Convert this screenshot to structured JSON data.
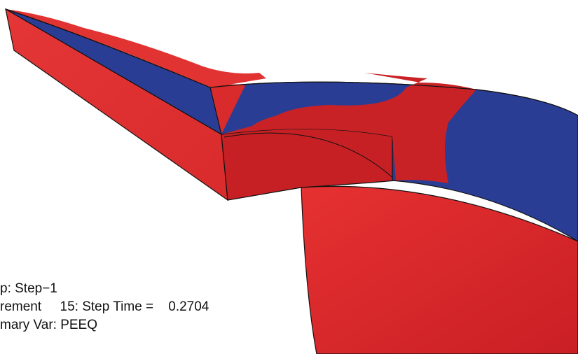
{
  "viewport": {
    "colors": {
      "contour_high": "#e02a2a",
      "contour_dark": "#c21f24",
      "contour_low": "#253a93",
      "edge": "#111111",
      "background": "#ffffff"
    }
  },
  "status": {
    "step_line": "p: Step−1",
    "increment_line": "rement     15: Step Time =    0.2704",
    "primary_var_line": "mary Var: PEEQ"
  }
}
